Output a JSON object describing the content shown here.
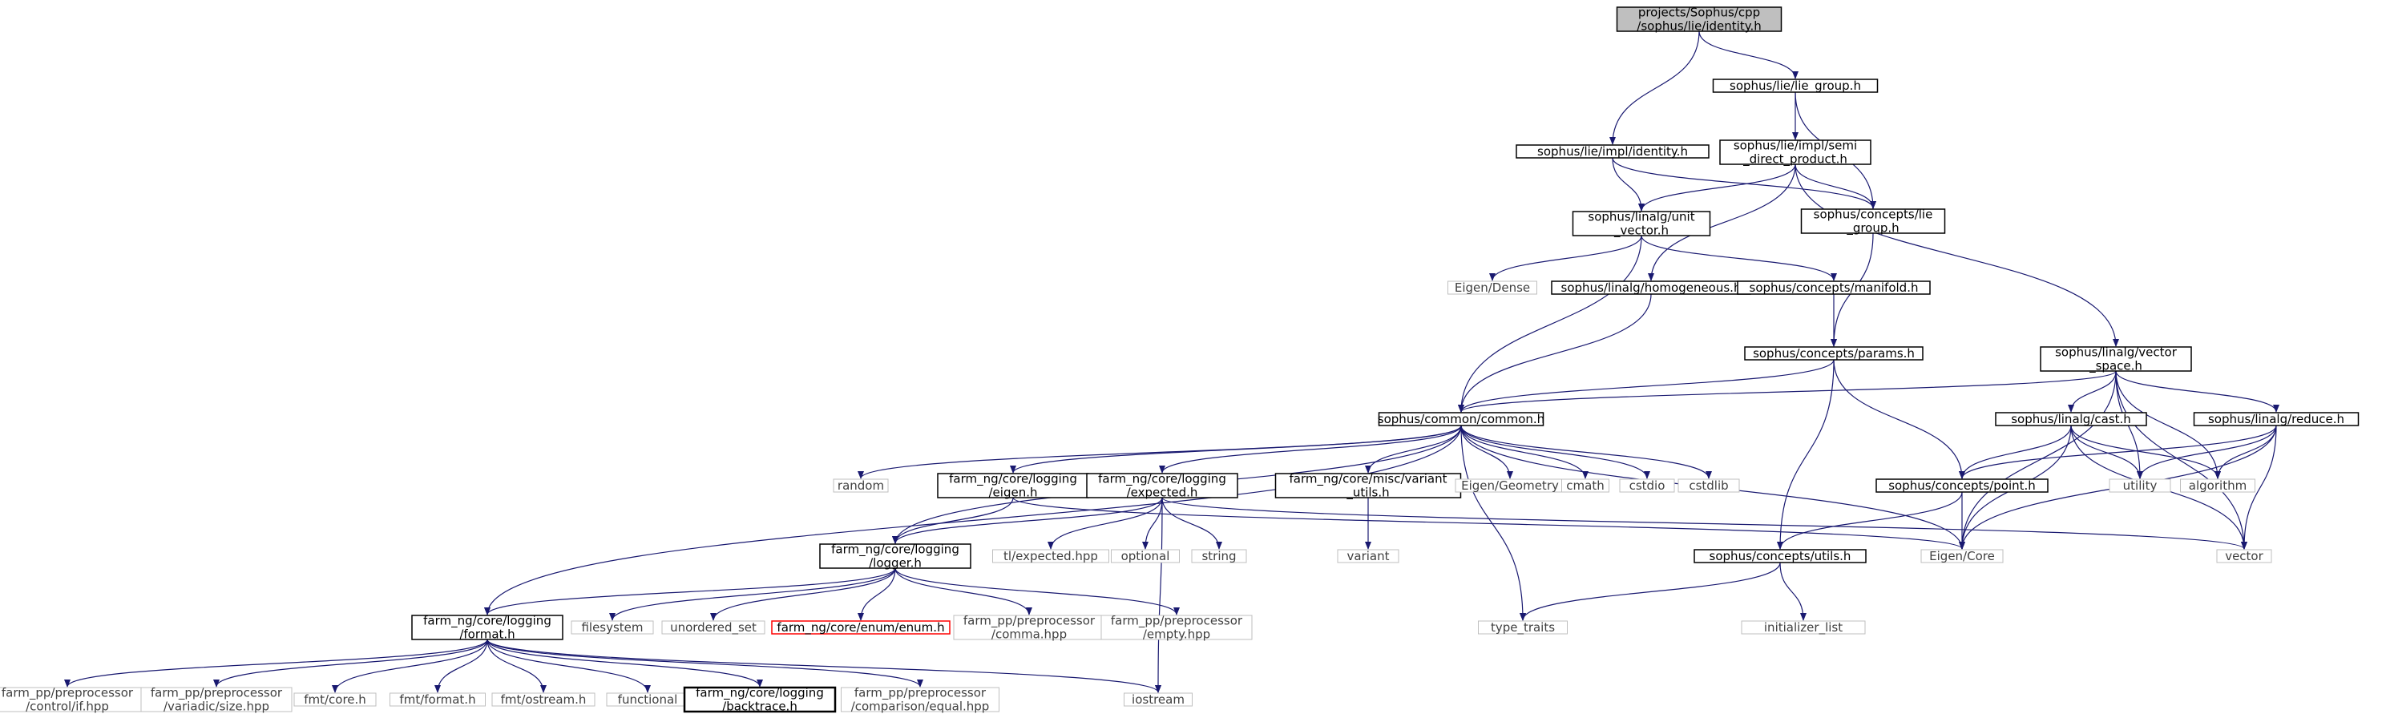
{
  "diagram": {
    "nodes": [
      {
        "id": "root",
        "lines": [
          "projects/Sophus/cpp",
          "/sophus/lie/identity.h"
        ],
        "style": "root"
      },
      {
        "id": "lie_group",
        "lines": [
          "sophus/lie/lie_group.h"
        ],
        "style": "normal"
      },
      {
        "id": "impl_identity",
        "lines": [
          "sophus/lie/impl/identity.h"
        ],
        "style": "normal"
      },
      {
        "id": "semi_direct",
        "lines": [
          "sophus/lie/impl/semi",
          "_direct_product.h"
        ],
        "style": "normal"
      },
      {
        "id": "unit_vector",
        "lines": [
          "sophus/linalg/unit",
          "_vector.h"
        ],
        "style": "normal"
      },
      {
        "id": "concepts_lie",
        "lines": [
          "sophus/concepts/lie",
          "_group.h"
        ],
        "style": "normal"
      },
      {
        "id": "eigen_dense",
        "lines": [
          "Eigen/Dense"
        ],
        "style": "system"
      },
      {
        "id": "homogeneous",
        "lines": [
          "sophus/linalg/homogeneous.h"
        ],
        "style": "normal"
      },
      {
        "id": "manifold",
        "lines": [
          "sophus/concepts/manifold.h"
        ],
        "style": "normal"
      },
      {
        "id": "vector_space",
        "lines": [
          "sophus/linalg/vector",
          "_space.h"
        ],
        "style": "normal"
      },
      {
        "id": "params",
        "lines": [
          "sophus/concepts/params.h"
        ],
        "style": "normal"
      },
      {
        "id": "common",
        "lines": [
          "sophus/common/common.h"
        ],
        "style": "normal"
      },
      {
        "id": "cast",
        "lines": [
          "sophus/linalg/cast.h"
        ],
        "style": "normal"
      },
      {
        "id": "reduce",
        "lines": [
          "sophus/linalg/reduce.h"
        ],
        "style": "normal"
      },
      {
        "id": "random",
        "lines": [
          "random"
        ],
        "style": "system"
      },
      {
        "id": "log_eigen",
        "lines": [
          "farm_ng/core/logging",
          "/eigen.h"
        ],
        "style": "normal"
      },
      {
        "id": "log_expected",
        "lines": [
          "farm_ng/core/logging",
          "/expected.h"
        ],
        "style": "normal"
      },
      {
        "id": "variant_utils",
        "lines": [
          "farm_ng/core/misc/variant",
          "_utils.h"
        ],
        "style": "normal"
      },
      {
        "id": "eigen_geometry",
        "lines": [
          "Eigen/Geometry"
        ],
        "style": "system"
      },
      {
        "id": "cmath",
        "lines": [
          "cmath"
        ],
        "style": "system"
      },
      {
        "id": "cstdio",
        "lines": [
          "cstdio"
        ],
        "style": "system"
      },
      {
        "id": "cstdlib",
        "lines": [
          "cstdlib"
        ],
        "style": "system"
      },
      {
        "id": "utility",
        "lines": [
          "utility"
        ],
        "style": "system"
      },
      {
        "id": "algorithm",
        "lines": [
          "algorithm"
        ],
        "style": "system"
      },
      {
        "id": "point",
        "lines": [
          "sophus/concepts/point.h"
        ],
        "style": "normal"
      },
      {
        "id": "logger",
        "lines": [
          "farm_ng/core/logging",
          "/logger.h"
        ],
        "style": "normal"
      },
      {
        "id": "tl_expected",
        "lines": [
          "tl/expected.hpp"
        ],
        "style": "system"
      },
      {
        "id": "optional",
        "lines": [
          "optional"
        ],
        "style": "system"
      },
      {
        "id": "string",
        "lines": [
          "string"
        ],
        "style": "system"
      },
      {
        "id": "variant",
        "lines": [
          "variant"
        ],
        "style": "system"
      },
      {
        "id": "concepts_utils",
        "lines": [
          "sophus/concepts/utils.h"
        ],
        "style": "normal"
      },
      {
        "id": "eigen_core",
        "lines": [
          "Eigen/Core"
        ],
        "style": "system"
      },
      {
        "id": "vector",
        "lines": [
          "vector"
        ],
        "style": "system"
      },
      {
        "id": "log_format",
        "lines": [
          "farm_ng/core/logging",
          "/format.h"
        ],
        "style": "normal"
      },
      {
        "id": "filesystem",
        "lines": [
          "filesystem"
        ],
        "style": "system"
      },
      {
        "id": "unordered_set",
        "lines": [
          "unordered_set"
        ],
        "style": "system"
      },
      {
        "id": "enum_h",
        "lines": [
          "farm_ng/core/enum/enum.h"
        ],
        "style": "missing"
      },
      {
        "id": "pp_comma",
        "lines": [
          "farm_pp/preprocessor",
          "/comma.hpp"
        ],
        "style": "system"
      },
      {
        "id": "pp_empty",
        "lines": [
          "farm_pp/preprocessor",
          "/empty.hpp"
        ],
        "style": "system"
      },
      {
        "id": "type_traits",
        "lines": [
          "type_traits"
        ],
        "style": "system"
      },
      {
        "id": "initializer_list",
        "lines": [
          "initializer_list"
        ],
        "style": "system"
      },
      {
        "id": "pp_if",
        "lines": [
          "farm_pp/preprocessor",
          "/control/if.hpp"
        ],
        "style": "system"
      },
      {
        "id": "pp_size",
        "lines": [
          "farm_pp/preprocessor",
          "/variadic/size.hpp"
        ],
        "style": "system"
      },
      {
        "id": "fmt_core",
        "lines": [
          "fmt/core.h"
        ],
        "style": "system"
      },
      {
        "id": "fmt_format",
        "lines": [
          "fmt/format.h"
        ],
        "style": "system"
      },
      {
        "id": "fmt_ostream",
        "lines": [
          "fmt/ostream.h"
        ],
        "style": "system"
      },
      {
        "id": "functional",
        "lines": [
          "functional"
        ],
        "style": "system"
      },
      {
        "id": "backtrace",
        "lines": [
          "farm_ng/core/logging",
          "/backtrace.h"
        ],
        "style": "normal"
      },
      {
        "id": "pp_equal",
        "lines": [
          "farm_pp/preprocessor",
          "/comparison/equal.hpp"
        ],
        "style": "system"
      },
      {
        "id": "iostream",
        "lines": [
          "iostream"
        ],
        "style": "system"
      }
    ],
    "edges": [
      [
        "root",
        "lie_group"
      ],
      [
        "root",
        "impl_identity"
      ],
      [
        "lie_group",
        "semi_direct"
      ],
      [
        "lie_group",
        "concepts_lie"
      ],
      [
        "impl_identity",
        "unit_vector"
      ],
      [
        "impl_identity",
        "concepts_lie"
      ],
      [
        "semi_direct",
        "unit_vector"
      ],
      [
        "semi_direct",
        "concepts_lie"
      ],
      [
        "semi_direct",
        "homogeneous"
      ],
      [
        "semi_direct",
        "vector_space"
      ],
      [
        "unit_vector",
        "eigen_dense"
      ],
      [
        "unit_vector",
        "manifold"
      ],
      [
        "unit_vector",
        "common"
      ],
      [
        "concepts_lie",
        "params"
      ],
      [
        "homogeneous",
        "common"
      ],
      [
        "manifold",
        "params"
      ],
      [
        "params",
        "common"
      ],
      [
        "params",
        "point"
      ],
      [
        "params",
        "concepts_utils"
      ],
      [
        "vector_space",
        "common"
      ],
      [
        "vector_space",
        "cast"
      ],
      [
        "vector_space",
        "reduce"
      ],
      [
        "vector_space",
        "utility"
      ],
      [
        "vector_space",
        "algorithm"
      ],
      [
        "vector_space",
        "eigen_core"
      ],
      [
        "vector_space",
        "vector"
      ],
      [
        "common",
        "random"
      ],
      [
        "common",
        "log_eigen"
      ],
      [
        "common",
        "log_expected"
      ],
      [
        "common",
        "variant_utils"
      ],
      [
        "common",
        "eigen_geometry"
      ],
      [
        "common",
        "cmath"
      ],
      [
        "common",
        "cstdio"
      ],
      [
        "common",
        "cstdlib"
      ],
      [
        "common",
        "eigen_core"
      ],
      [
        "common",
        "logger"
      ],
      [
        "common",
        "log_format"
      ],
      [
        "common",
        "type_traits"
      ],
      [
        "cast",
        "point"
      ],
      [
        "cast",
        "utility"
      ],
      [
        "cast",
        "algorithm"
      ],
      [
        "cast",
        "eigen_core"
      ],
      [
        "cast",
        "vector"
      ],
      [
        "reduce",
        "point"
      ],
      [
        "reduce",
        "utility"
      ],
      [
        "reduce",
        "algorithm"
      ],
      [
        "reduce",
        "eigen_core"
      ],
      [
        "reduce",
        "vector"
      ],
      [
        "log_eigen",
        "logger"
      ],
      [
        "log_eigen",
        "eigen_core"
      ],
      [
        "log_expected",
        "logger"
      ],
      [
        "log_expected",
        "tl_expected"
      ],
      [
        "log_expected",
        "optional"
      ],
      [
        "log_expected",
        "string"
      ],
      [
        "log_expected",
        "iostream"
      ],
      [
        "log_expected",
        "vector"
      ],
      [
        "variant_utils",
        "variant"
      ],
      [
        "point",
        "concepts_utils"
      ],
      [
        "point",
        "eigen_core"
      ],
      [
        "concepts_utils",
        "type_traits"
      ],
      [
        "concepts_utils",
        "initializer_list"
      ],
      [
        "logger",
        "log_format"
      ],
      [
        "logger",
        "filesystem"
      ],
      [
        "logger",
        "unordered_set"
      ],
      [
        "logger",
        "enum_h"
      ],
      [
        "logger",
        "pp_comma"
      ],
      [
        "logger",
        "pp_empty"
      ],
      [
        "log_format",
        "pp_if"
      ],
      [
        "log_format",
        "pp_size"
      ],
      [
        "log_format",
        "fmt_core"
      ],
      [
        "log_format",
        "fmt_format"
      ],
      [
        "log_format",
        "fmt_ostream"
      ],
      [
        "log_format",
        "functional"
      ],
      [
        "log_format",
        "backtrace"
      ],
      [
        "log_format",
        "pp_equal"
      ],
      [
        "log_format",
        "iostream"
      ]
    ],
    "colors": {
      "edge": "#191970",
      "root_fill": "#bfbfbf",
      "normal_border": "#000000",
      "system_border": "#bfbfbf",
      "missing_border": "#ff0000"
    }
  }
}
